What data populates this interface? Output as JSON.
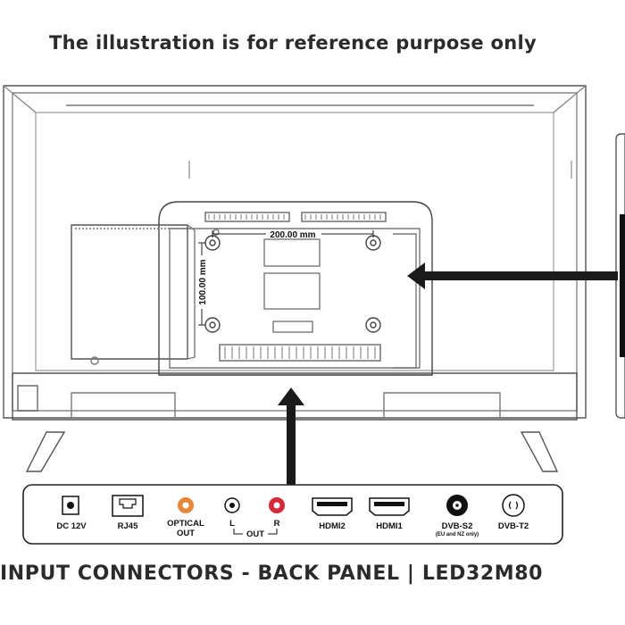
{
  "disclaimer": "The illustration is for reference purpose only",
  "vesa": {
    "horizontal": "200.00 mm",
    "vertical": "100.00 mm"
  },
  "connectors": {
    "dc": "DC 12V",
    "rj45": "RJ45",
    "optical_line1": "OPTICAL",
    "optical_line2": "OUT",
    "audio_left": "L",
    "audio_right": "R",
    "audio_out": "OUT",
    "hdmi2": "HDMI2",
    "hdmi1": "HDMI1",
    "dvbs2": "DVB-S2",
    "dvbs2_note": "(EU and NZ only)",
    "dvbt2": "DVB-T2"
  },
  "colors": {
    "optical_jack": "#e8873a",
    "audio_right_jack": "#d8283a",
    "arrow": "#1a1a1a"
  },
  "caption": "INPUT CONNECTORS - BACK PANEL | LED32M80"
}
